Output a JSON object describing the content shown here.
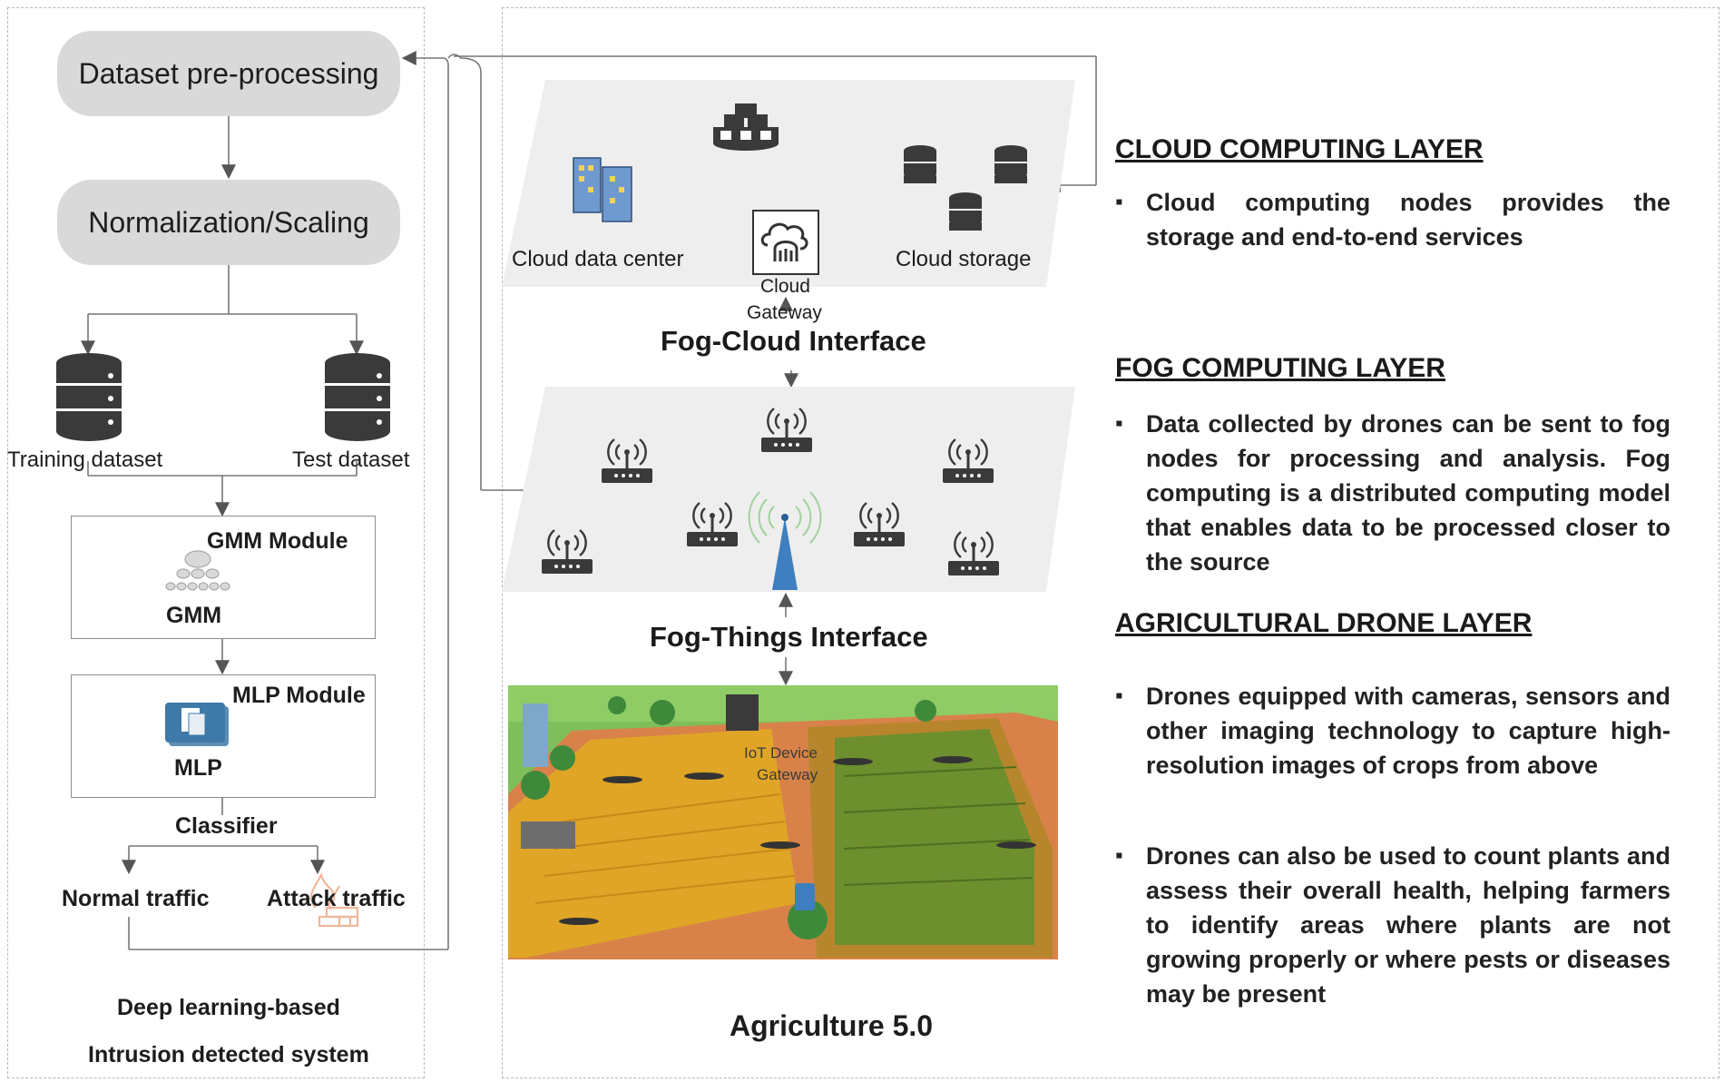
{
  "ids": {
    "steps": {
      "preprocess": "Dataset pre-processing",
      "normalize": "Normalization/Scaling"
    },
    "datasets": {
      "training": "Training dataset",
      "test": "Test dataset"
    },
    "gmm": {
      "module_title": "GMM Module",
      "name": "GMM"
    },
    "mlp": {
      "module_title": "MLP Module",
      "name": "MLP"
    },
    "classifier": "Classifier",
    "outputs": {
      "normal": "Normal traffic",
      "attack": "Attack traffic"
    },
    "caption_line1": "Deep learning-based",
    "caption_line2": "Intrusion detected system"
  },
  "architecture": {
    "cloud": {
      "data_center": "Cloud data center",
      "storage": "Cloud storage",
      "gateway_line1": "Cloud",
      "gateway_line2": "Gateway"
    },
    "fog_cloud_interface": "Fog-Cloud Interface",
    "fog_things_interface": "Fog-Things Interface",
    "iot_gateway_line1": "IoT Device",
    "iot_gateway_line2": "Gateway",
    "caption": "Agriculture 5.0"
  },
  "layers": {
    "cloud": {
      "title": "CLOUD COMPUTING LAYER",
      "bullet": "Cloud computing nodes provides the storage and end-to-end services"
    },
    "fog": {
      "title": "FOG COMPUTING LAYER",
      "bullet": "Data collected by drones can be sent to fog nodes for processing and analysis. Fog computing is a distributed computing model that enables data to be processed closer to the source"
    },
    "drone": {
      "title": "AGRICULTURAL DRONE LAYER",
      "bullet1": "Drones equipped with cameras, sensors and other imaging technology to capture high-resolution images of crops from above",
      "bullet2": "Drones can also be used to count plants and assess their overall health, helping farmers to identify areas where plants are not growing properly or where pests or diseases may be present"
    }
  },
  "colors": {
    "pill": "#d9d9d9",
    "panel_dash": "#b9b9b9",
    "layer_plane": "#eeeeee",
    "icon_dark": "#3a3a3a",
    "tower_blue": "#3f7fbf",
    "field_yellow": "#e0a526",
    "road_orange": "#d8824a"
  }
}
